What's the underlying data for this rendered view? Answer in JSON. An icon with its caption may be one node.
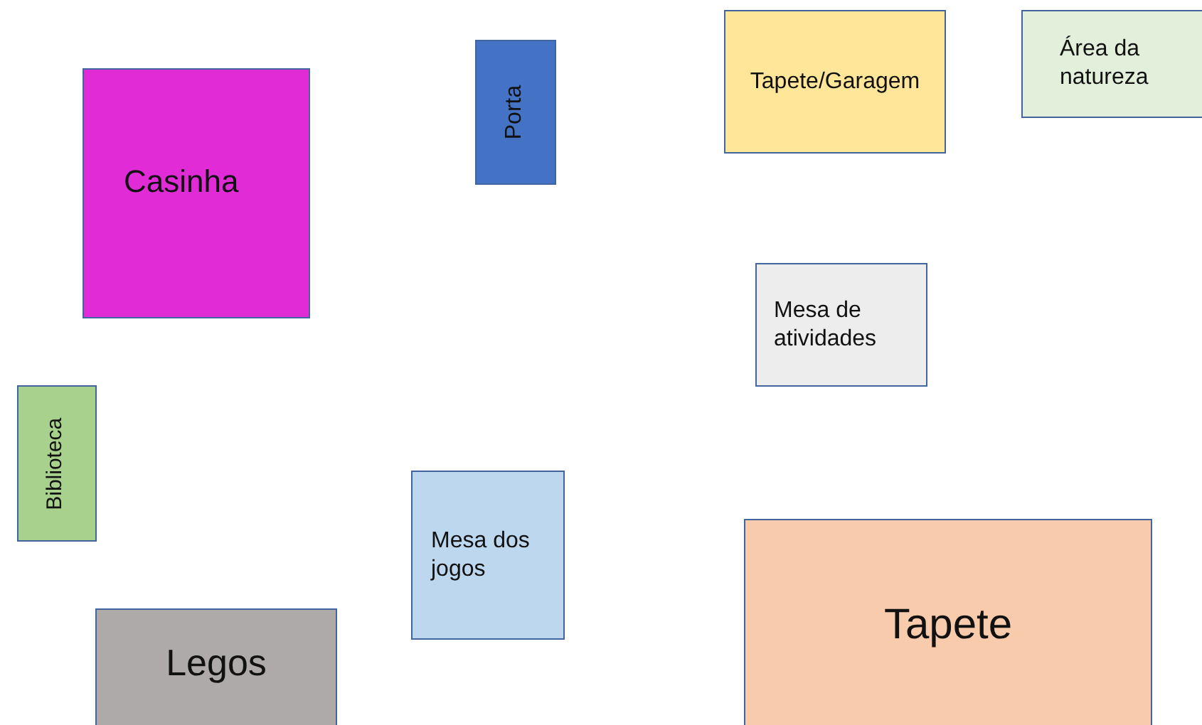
{
  "diagram": {
    "nodes": [
      {
        "text": [
          "Tapete/Garagem"
        ]
      },
      {
        "text": [
          "Área da natureza"
        ]
      },
      {
        "text": [
          "Porta"
        ]
      },
      {
        "text": [
          "Casinha"
        ]
      },
      {
        "text": [
          "Mesa de atividades"
        ]
      },
      {
        "text": [
          "Biblioteca"
        ]
      },
      {
        "text": [
          "Mesa dos jogos"
        ]
      },
      {
        "text": [
          "Tapete"
        ]
      },
      {
        "text": [
          "Legos"
        ]
      }
    ]
  }
}
